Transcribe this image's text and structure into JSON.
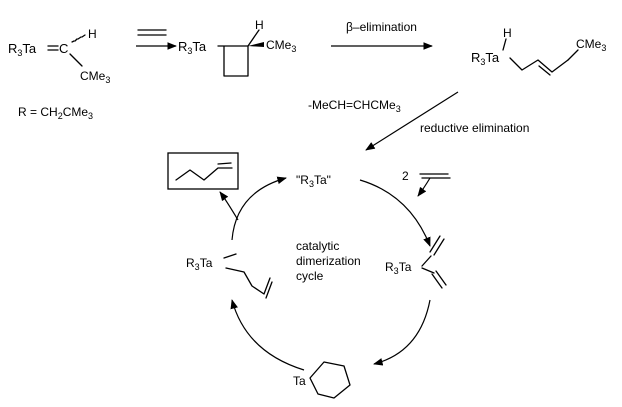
{
  "reactant": {
    "metal_prefix": "R",
    "metal_sub": "3",
    "metal": "Ta",
    "carbon": "C",
    "h_label": "H",
    "cme_label": "CMe",
    "cme_sub": "3"
  },
  "r_definition": {
    "prefix": "R = CH",
    "sub": "2",
    "suffix": "CMe",
    "sub2": "3"
  },
  "metallacycle": {
    "metal_prefix": "R",
    "metal_sub": "3",
    "metal": "Ta",
    "h_label": "H",
    "cme_label": "CMe",
    "cme_sub": "3"
  },
  "beta_label": "β–elimination",
  "allyl_hydride": {
    "h_label": "H",
    "metal_prefix": "R",
    "metal_sub": "3",
    "metal": "Ta",
    "cme_label": "CMe",
    "cme_sub": "3"
  },
  "byproduct_label": "-MeCH=CHCMe",
  "byproduct_sub": "3",
  "reductive_label": "reductive elimination",
  "catalyst": {
    "open_quote": "\"R",
    "sub": "3",
    "close": "Ta\""
  },
  "ethylene_count": "2",
  "bis_ethylene": {
    "metal_prefix": "R",
    "metal_sub": "3",
    "metal": "Ta"
  },
  "butenyl_complex": {
    "metal_prefix": "R",
    "metal_sub": "3",
    "metal": "Ta"
  },
  "metallacyclopentane_label": "Ta",
  "cycle_label": [
    "catalytic",
    "dimerization",
    "cycle"
  ]
}
